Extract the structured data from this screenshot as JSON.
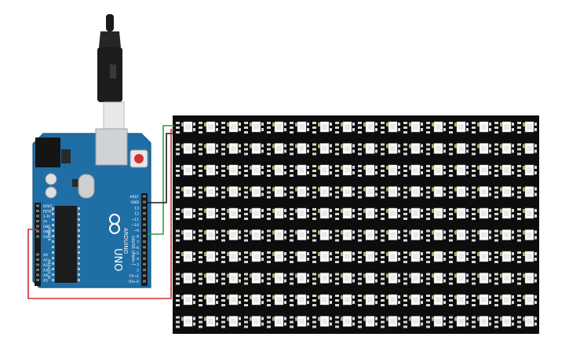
{
  "board": {
    "brand": "ARDUINO",
    "model": "UNO",
    "digital_label": "DIGITAL (PWM~)",
    "power_label": "POWER",
    "analog_label": "ANALOG IN",
    "top_pins": [
      "AREF",
      "GND",
      "13",
      "12",
      "~11",
      "~10",
      "~9",
      "8",
      "7",
      "~6",
      "~5",
      "4",
      "~3",
      "2",
      "TX→1",
      "RX←0"
    ],
    "power_pins": [
      "IOREF",
      "RESET",
      "3.3V",
      "5V",
      "GND",
      "GND",
      "Vin"
    ],
    "analog_pins": [
      "A0",
      "A1",
      "A2",
      "A3",
      "A4",
      "A5"
    ]
  },
  "matrix": {
    "rows": 10,
    "cols": 16
  },
  "colors": {
    "board": "#1f6ea6",
    "matrix": "#0d0d0d",
    "wire_red": "#d32f2f",
    "wire_green": "#2e9e3e",
    "wire_black": "#1a1a1a"
  }
}
